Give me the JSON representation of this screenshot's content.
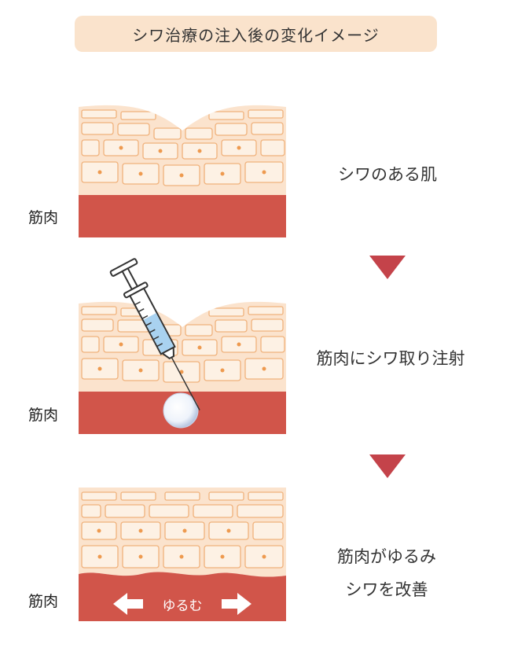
{
  "title": "シワ治療の注入後の変化イメージ",
  "muscle_label": "筋肉",
  "steps": [
    {
      "caption": "シワのある肌"
    },
    {
      "caption": "筋肉にシワ取り注射"
    },
    {
      "caption_line1": "筋肉がゆるみ",
      "caption_line2": "シワを改善",
      "relax_label": "ゆるむ"
    }
  ],
  "colors": {
    "skin": "#fbe3cd",
    "cell_fill": "#fdf1e4",
    "cell_stroke": "#f0b27c",
    "nucleus": "#ee9a4f",
    "muscle": "#d1554a",
    "arrow": "#c4434a",
    "title_bg": "#fae3cc"
  },
  "icons": [
    "syringe-icon",
    "injection-bubble-icon",
    "arrow-left-icon",
    "arrow-right-icon",
    "arrow-down-icon"
  ]
}
